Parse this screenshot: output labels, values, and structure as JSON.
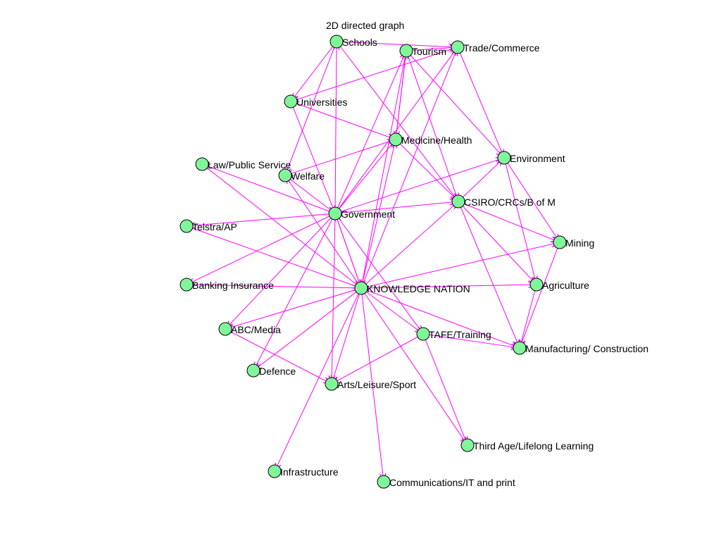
{
  "title": "2D directed graph",
  "colors": {
    "node_fill": "#80f59a",
    "node_stroke": "#000000",
    "edge": "#ff00ff",
    "background": "#ffffff"
  },
  "nodes": [
    "Schools",
    "Tourism",
    "Trade/Commerce",
    "Universities",
    "Medicine/Health",
    "Environment",
    "Law/Public Service",
    "Welfare",
    "Government",
    "CSIRO/CRCs/B of M",
    "Telstra/AP",
    "Mining",
    "Banking Insurance",
    "KNOWLEDGE NATION",
    "Agriculture",
    "ABC/Media",
    "TAFE/Training",
    "Manufacturing/ Construction",
    "Defence",
    "Arts/Leisure/Sport",
    "Third Age/Lifelong Learning",
    "Infrastructure",
    "Communications/IT and print"
  ],
  "edges": [
    [
      "Schools",
      "Trade/Commerce"
    ],
    [
      "Schools",
      "Universities"
    ],
    [
      "Schools",
      "CSIRO/CRCs/B of M"
    ],
    [
      "Schools",
      "Welfare"
    ],
    [
      "Government",
      "Schools"
    ],
    [
      "Universities",
      "Medicine/Health"
    ],
    [
      "Universities",
      "Government"
    ],
    [
      "Trade/Commerce",
      "Universities"
    ],
    [
      "Tourism",
      "Trade/Commerce"
    ],
    [
      "Tourism",
      "Medicine/Health"
    ],
    [
      "Medicine/Health",
      "Tourism"
    ],
    [
      "Government",
      "Tourism"
    ],
    [
      "Government",
      "Trade/Commerce"
    ],
    [
      "Tourism",
      "Environment"
    ],
    [
      "Tourism",
      "CSIRO/CRCs/B of M"
    ],
    [
      "Trade/Commerce",
      "Environment"
    ],
    [
      "Medicine/Health",
      "Welfare"
    ],
    [
      "Medicine/Health",
      "CSIRO/CRCs/B of M"
    ],
    [
      "Government",
      "Medicine/Health"
    ],
    [
      "KNOWLEDGE NATION",
      "Medicine/Health"
    ],
    [
      "Government",
      "Environment"
    ],
    [
      "Government",
      "CSIRO/CRCs/B of M"
    ],
    [
      "CSIRO/CRCs/B of M",
      "Environment"
    ],
    [
      "KNOWLEDGE NATION",
      "CSIRO/CRCs/B of M"
    ],
    [
      "CSIRO/CRCs/B of M",
      "Mining"
    ],
    [
      "CSIRO/CRCs/B of M",
      "Agriculture"
    ],
    [
      "CSIRO/CRCs/B of M",
      "Manufacturing/ Construction"
    ],
    [
      "Environment",
      "Mining"
    ],
    [
      "Environment",
      "Agriculture"
    ],
    [
      "Mining",
      "Manufacturing/ Construction"
    ],
    [
      "Agriculture",
      "Manufacturing/ Construction"
    ],
    [
      "KNOWLEDGE NATION",
      "Mining"
    ],
    [
      "KNOWLEDGE NATION",
      "Agriculture"
    ],
    [
      "KNOWLEDGE NATION",
      "Manufacturing/ Construction"
    ],
    [
      "TAFE/Training",
      "Manufacturing/ Construction"
    ],
    [
      "Government",
      "Telstra/AP"
    ],
    [
      "Telstra/AP",
      "KNOWLEDGE NATION"
    ],
    [
      "Government",
      "Banking Insurance"
    ],
    [
      "Banking Insurance",
      "KNOWLEDGE NATION"
    ],
    [
      "Law/Public Service",
      "KNOWLEDGE NATION"
    ],
    [
      "Government",
      "Law/Public Service"
    ],
    [
      "Government",
      "Welfare"
    ],
    [
      "KNOWLEDGE NATION",
      "Welfare"
    ],
    [
      "Government",
      "ABC/Media"
    ],
    [
      "KNOWLEDGE NATION",
      "ABC/Media"
    ],
    [
      "Government",
      "Defence"
    ],
    [
      "KNOWLEDGE NATION",
      "Defence"
    ],
    [
      "Government",
      "Arts/Leisure/Sport"
    ],
    [
      "KNOWLEDGE NATION",
      "Arts/Leisure/Sport"
    ],
    [
      "ABC/Media",
      "Arts/Leisure/Sport"
    ],
    [
      "TAFE/Training",
      "Arts/Leisure/Sport"
    ],
    [
      "KNOWLEDGE NATION",
      "TAFE/Training"
    ],
    [
      "Government",
      "TAFE/Training"
    ],
    [
      "TAFE/Training",
      "Third Age/Lifelong Learning"
    ],
    [
      "KNOWLEDGE NATION",
      "Third Age/Lifelong Learning"
    ],
    [
      "KNOWLEDGE NATION",
      "Infrastructure"
    ],
    [
      "KNOWLEDGE NATION",
      "Communications/IT and print"
    ],
    [
      "Government",
      "KNOWLEDGE NATION"
    ],
    [
      "KNOWLEDGE NATION",
      "Government"
    ],
    [
      "Tourism",
      "KNOWLEDGE NATION"
    ],
    [
      "KNOWLEDGE NATION",
      "Trade/Commerce"
    ]
  ]
}
